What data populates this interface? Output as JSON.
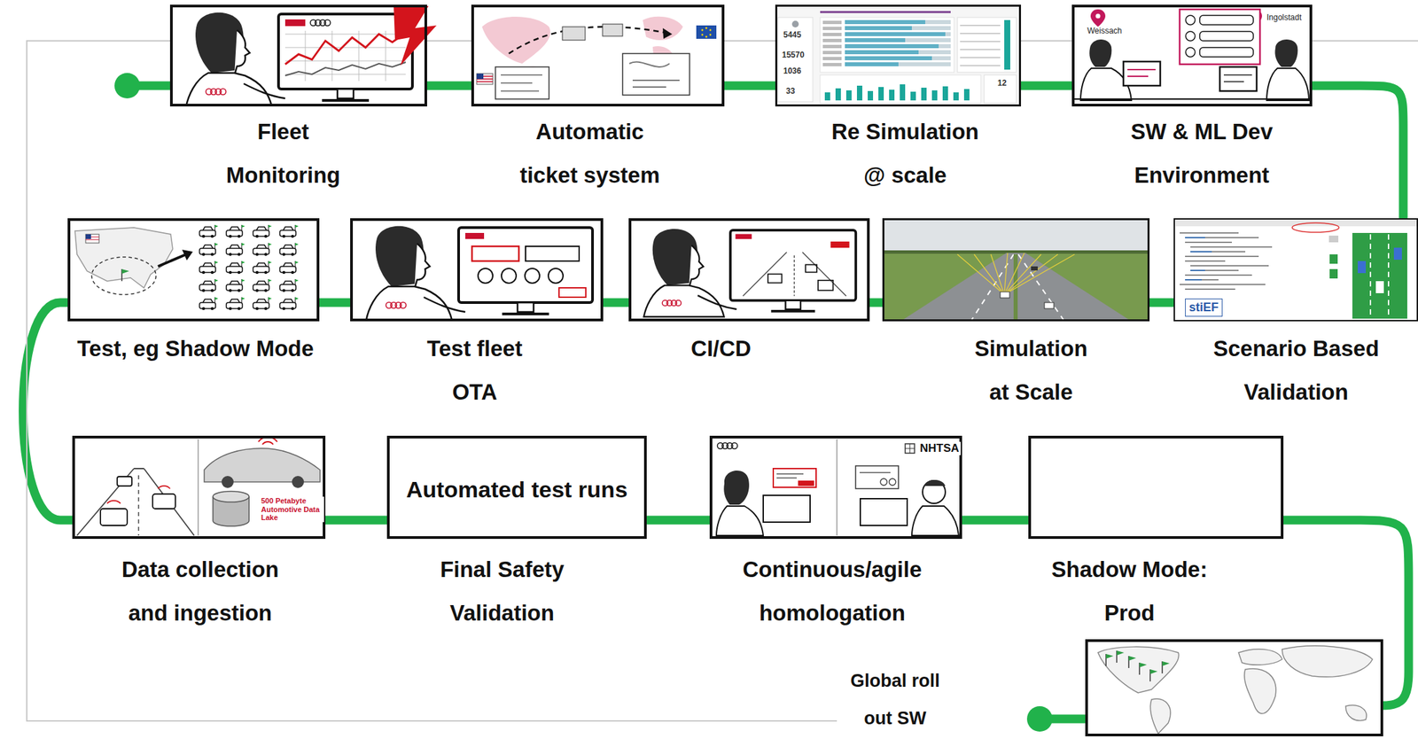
{
  "diagram": {
    "nodes": [
      {
        "text": [
          "Fleet Monitoring"
        ]
      },
      {
        "text": [
          "Automatic ticket system"
        ]
      },
      {
        "text": [
          "Re Simulation @ scale"
        ]
      },
      {
        "text": [
          "SW & ML Dev Environment"
        ]
      },
      {
        "text": [
          "Test, eg Shadow Mode"
        ]
      },
      {
        "text": [
          "Test fleet OTA"
        ]
      },
      {
        "text": [
          "CI/CD"
        ]
      },
      {
        "text": [
          "Simulation at Scale"
        ]
      },
      {
        "text": [
          "Scenario Based Validation"
        ]
      },
      {
        "text": [
          "Data collection and ingestion"
        ]
      },
      {
        "text": [
          "Automated test runs",
          "Final Safety Validation"
        ]
      },
      {
        "text": [
          "Continuous/agile homologation"
        ]
      },
      {
        "text": [
          "Shadow Mode: Prod"
        ]
      },
      {
        "text": [
          "Global roll out SW"
        ]
      }
    ],
    "edges": [
      {
        "from": 0,
        "to": 1,
        "arrow": "none"
      },
      {
        "from": 1,
        "to": 2,
        "arrow": "none"
      },
      {
        "from": 2,
        "to": 3,
        "arrow": "none"
      },
      {
        "from": 3,
        "to": 8,
        "arrow": "none"
      },
      {
        "from": 8,
        "to": 7,
        "arrow": "none"
      },
      {
        "from": 7,
        "to": 6,
        "arrow": "none"
      },
      {
        "from": 6,
        "to": 5,
        "arrow": "none"
      },
      {
        "from": 5,
        "to": 4,
        "arrow": "none"
      },
      {
        "from": 4,
        "to": 9,
        "arrow": "none"
      },
      {
        "from": 9,
        "to": 10,
        "arrow": "none"
      },
      {
        "from": 10,
        "to": 11,
        "arrow": "none"
      },
      {
        "from": 11,
        "to": 12,
        "arrow": "none"
      },
      {
        "from": 12,
        "to": 13,
        "arrow": "none"
      }
    ],
    "labels": [
      "5445",
      "15570",
      "1036",
      "33",
      "12",
      "Weissach",
      "Ingolstadt",
      "stiEF",
      "500 Petabyte Automotive Data Lake",
      "NHTSA"
    ]
  }
}
